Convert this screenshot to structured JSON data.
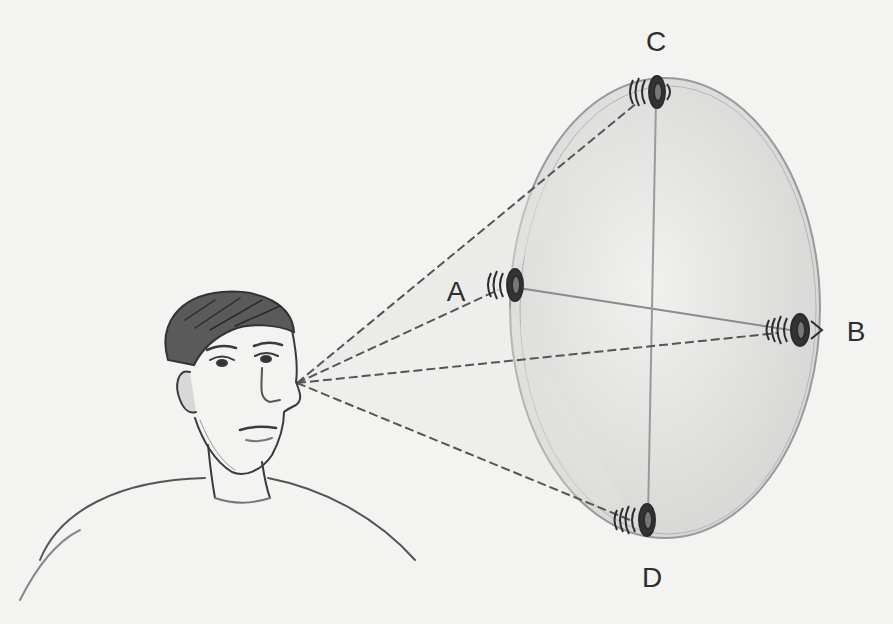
{
  "diagram": {
    "labels": [
      "C",
      "A",
      "B",
      "D"
    ]
  }
}
